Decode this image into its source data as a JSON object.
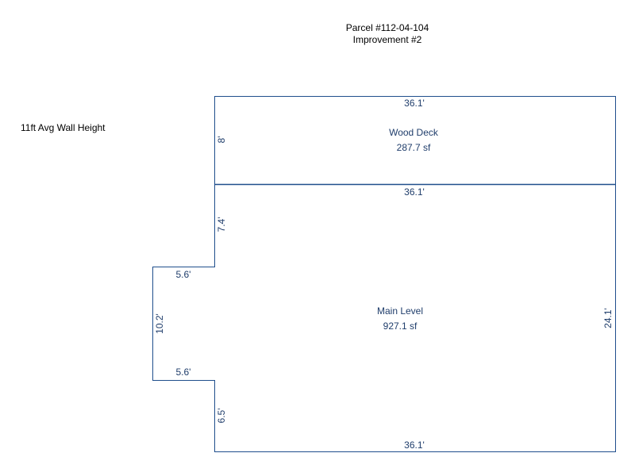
{
  "header": {
    "parcel": "Parcel #112-04-104",
    "improvement": "Improvement #2"
  },
  "note": "11ft Avg Wall Height",
  "colors": {
    "line": "#1f4e8c",
    "text": "#1f3d6b"
  },
  "sections": {
    "deck": {
      "name": "Wood Deck",
      "area": "287.7 sf"
    },
    "main": {
      "name": "Main Level",
      "area": "927.1 sf"
    }
  },
  "dimensions": {
    "deck_top": "36.1'",
    "deck_side": "8'",
    "main_top": "36.1'",
    "main_left_upper": "7.4'",
    "jog_upper": "5.6'",
    "jog_side": "10.2'",
    "jog_lower": "5.6'",
    "main_left_lower": "6.5'",
    "main_bottom": "36.1'",
    "main_right": "24.1'"
  }
}
